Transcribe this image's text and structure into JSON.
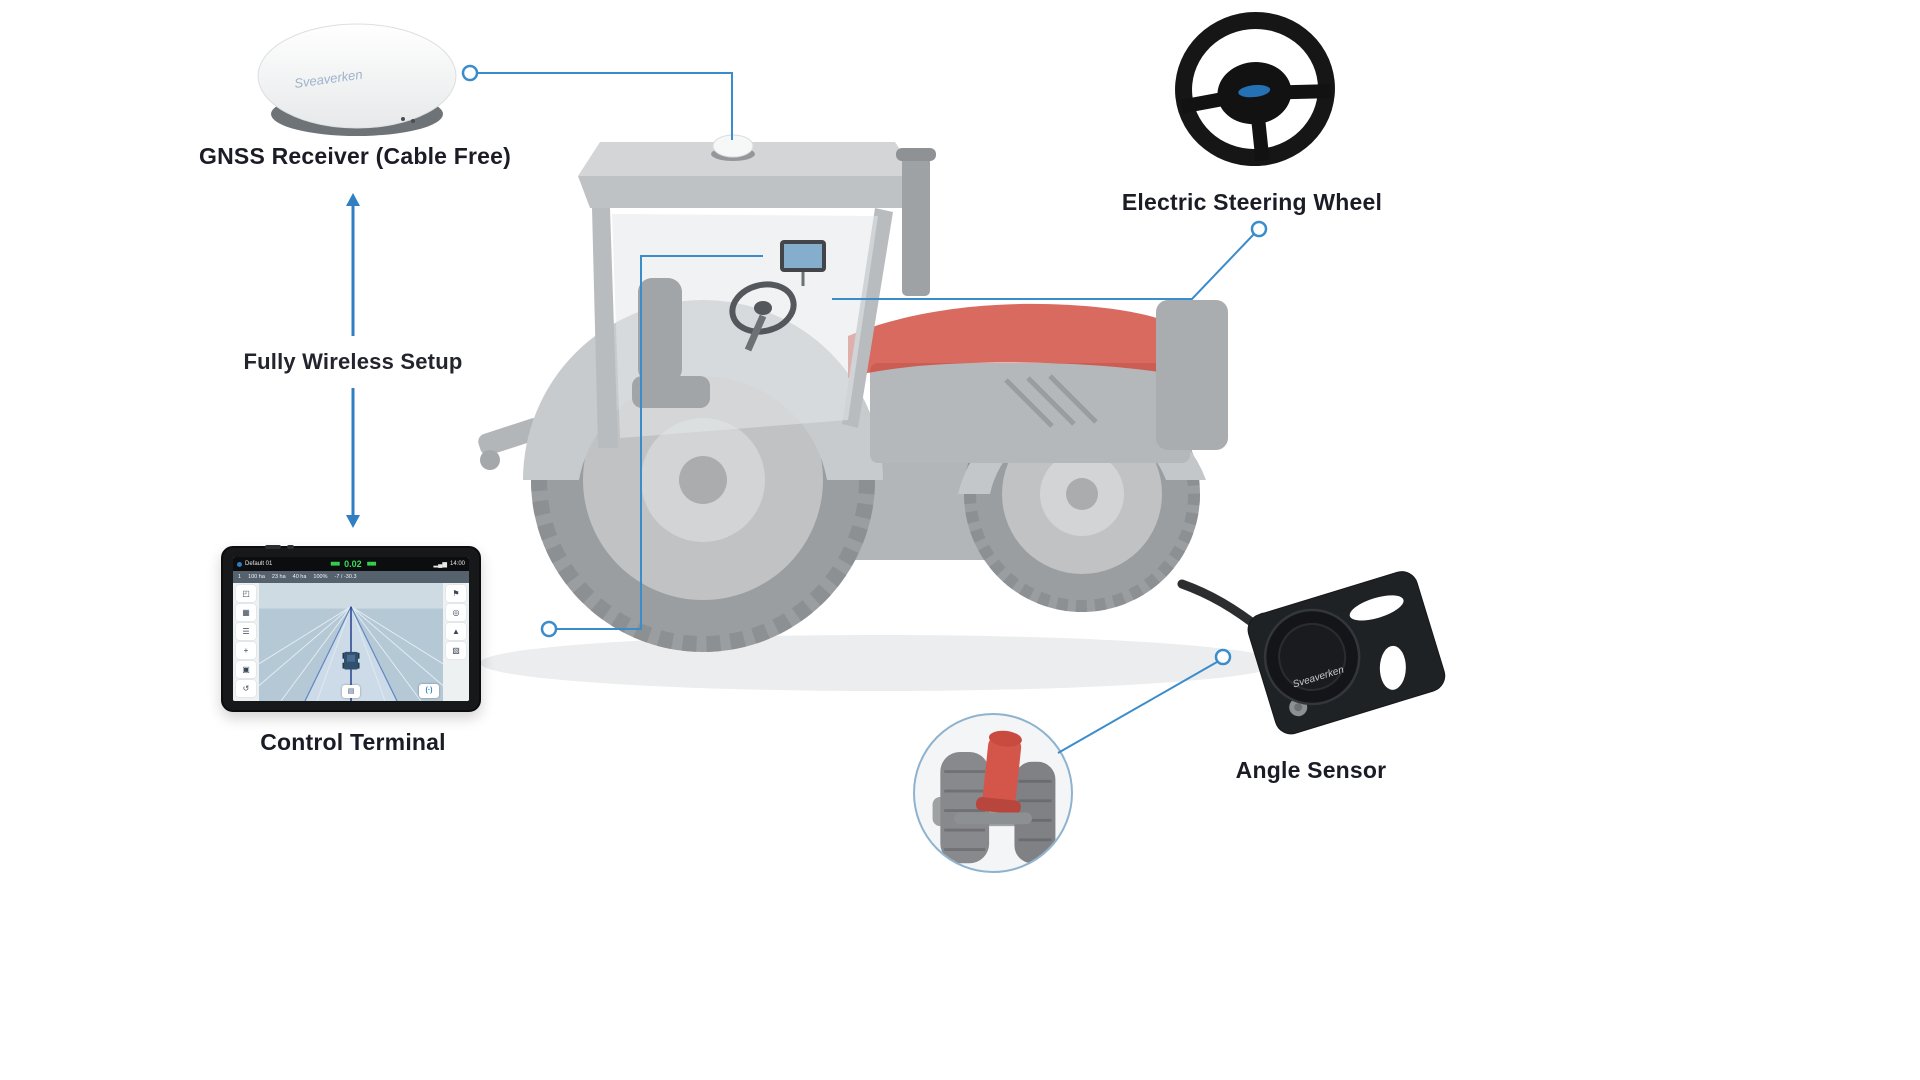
{
  "colors": {
    "connector_blue": "#3a8ccb",
    "arrow_blue": "#2f7fc1",
    "label_text": "#1b1c26",
    "tractor_red": "#d0493d",
    "deviation_green": "#3ddc5a"
  },
  "labels": {
    "gnss_receiver": "GNSS Receiver (Cable Free)",
    "electric_steering_wheel": "Electric Steering Wheel",
    "fully_wireless_setup": "Fully Wireless Setup",
    "control_terminal": "Control Terminal",
    "angle_sensor": "Angle Sensor"
  },
  "devices": {
    "gnss_logo": "Sveaverken",
    "angle_sensor_logo": "Sveaverken"
  },
  "terminal_screen": {
    "profile": "Default 01",
    "deviation_value": "0.02",
    "bars": "▮▮▮▮▮",
    "signal_glyph": "▂▄▆",
    "time": "14:00",
    "info_items": [
      "1",
      "100 ha",
      "23 ha",
      "40 ha",
      "100%",
      "-7 / -30.3"
    ],
    "left_icons": [
      "◰",
      "▦",
      "☰",
      "+",
      "▣",
      "↺"
    ],
    "right_icons": [
      "⚑",
      "◎",
      "▲",
      "▧"
    ],
    "buttons": [
      "▤",
      "(·)"
    ]
  }
}
